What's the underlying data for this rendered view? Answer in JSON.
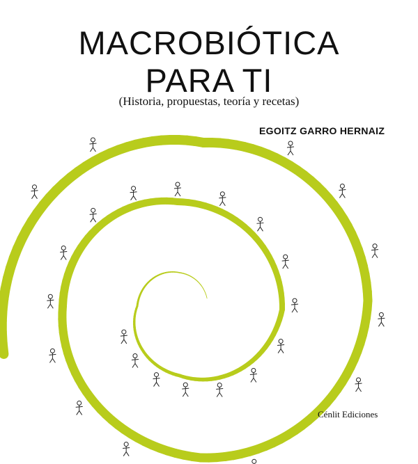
{
  "cover": {
    "title_line1": "MACROBIÓTICA",
    "title_line2": "PARA TI",
    "subtitle": "(Historia, propuestas, teoría y recetas)",
    "author": "EGOITZ GARRO HERNAIZ",
    "publisher": "Cénlit Ediciones"
  },
  "colors": {
    "spiral": "#b8cc1c",
    "text": "#111111"
  }
}
